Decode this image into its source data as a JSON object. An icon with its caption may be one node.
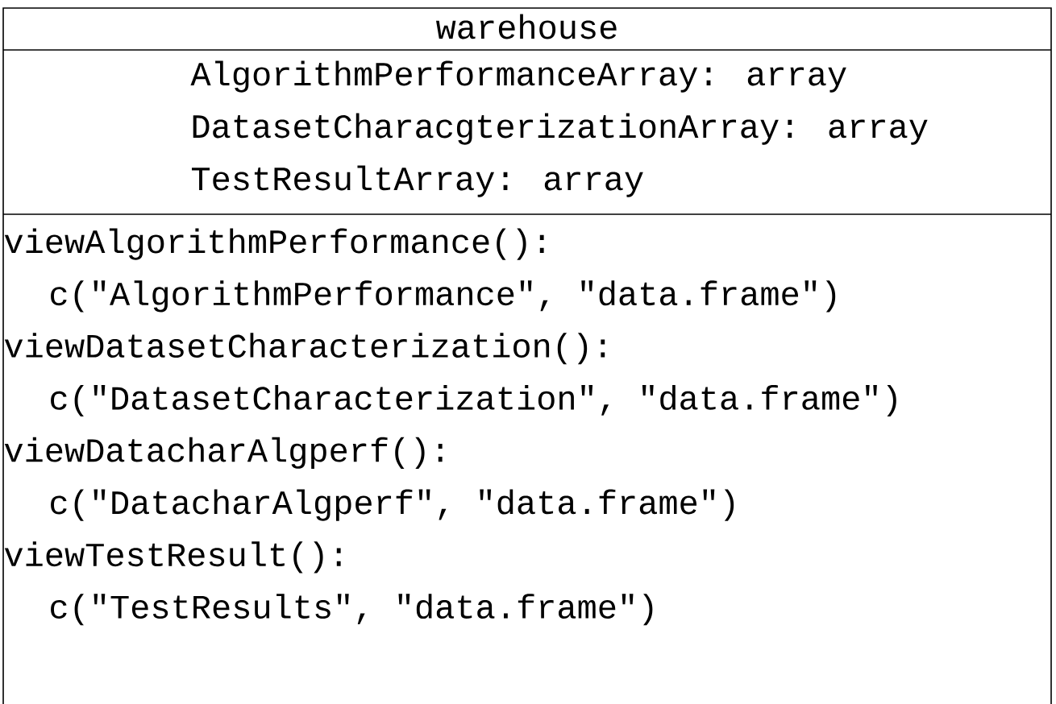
{
  "diagram": {
    "nodes": [
      {
        "text": [
          "warehouse",
          "AlgorithmPerformanceArray: array",
          "DatasetCharacgterizationArray: array",
          "TestResultArray: array",
          "viewAlgorithmPerformance():",
          "c(\"AlgorithmPerformance\", \"data.frame\")",
          "viewDatasetCharacterization():",
          "c(\"DatasetCharacterization\", \"data.frame\")",
          "viewDatacharAlgperf():",
          "c(\"DatacharAlgperf\", \"data.frame\")",
          "viewTestResult():",
          "c(\"TestResults\", \"data.frame\")"
        ]
      }
    ]
  }
}
